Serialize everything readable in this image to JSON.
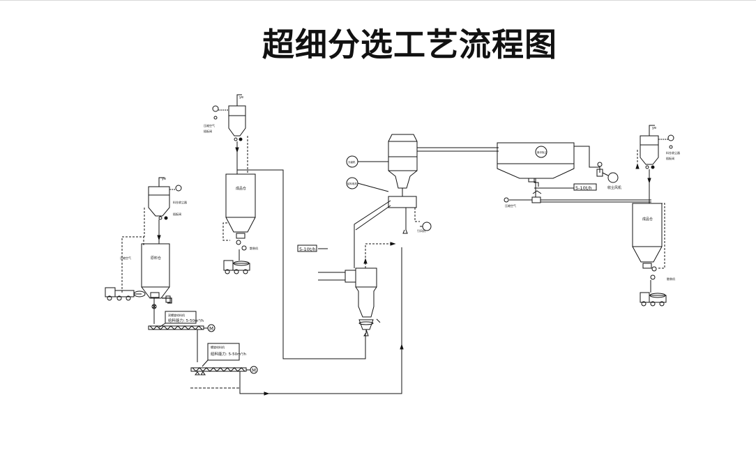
{
  "title": "超细分选工艺流程图",
  "labels": {
    "rate_center": "5-10t/h",
    "rate_right": "5-10t/h",
    "feeder_a_capacity": "给料能力: 5-50m³/h",
    "feeder_b_capacity": "给料能力: 5-50m³/h",
    "fan": "收尘风机"
  }
}
